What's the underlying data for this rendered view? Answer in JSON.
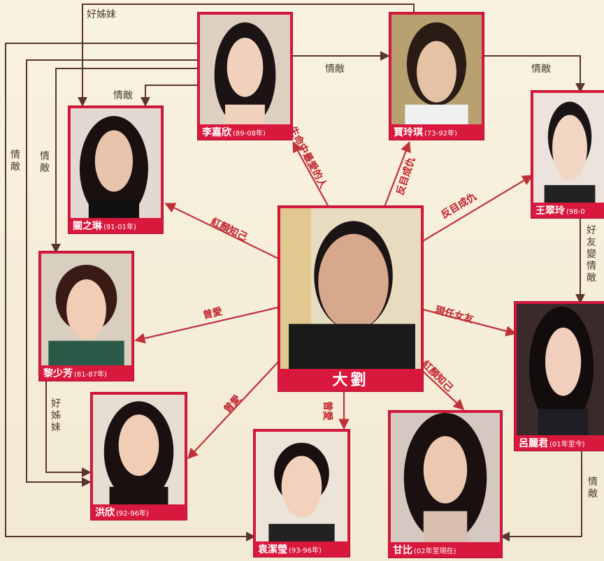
{
  "center": {
    "name": "大劉"
  },
  "people": {
    "li": {
      "name": "李嘉欣",
      "years": "(89-08年)"
    },
    "jia": {
      "name": "賈玲琪",
      "years": "(73-92年)"
    },
    "wang": {
      "name": "王翠玲",
      "years": "(98-0"
    },
    "guan": {
      "name": "關之琳",
      "years": "(91-01年)"
    },
    "li2": {
      "name": "黎少芳",
      "years": "(81-87年)"
    },
    "lv": {
      "name": "呂麗君",
      "years": "(01年至今)"
    },
    "hong": {
      "name": "洪欣",
      "years": "(92-96年)"
    },
    "yuan": {
      "name": "袁潔瑩",
      "years": "(93-96年)"
    },
    "gan": {
      "name": "甘比",
      "years": "(02年至現在)"
    }
  },
  "labels": {
    "li_center": "生命中最愛的人",
    "jia_center": "反目成仇",
    "wang_center": "反目成仇",
    "guan_center": "紅顏知己",
    "li2_center": "曾愛",
    "lv_center": "現任女友",
    "hong_center": "曾愛",
    "yuan_center": "曾愛",
    "gan_center": "紅顏知己",
    "li_jia": "情敵",
    "jia_wang": "情敵",
    "li_guan": "情敵",
    "top_loop": "好姊妹",
    "left_outer": "情敵",
    "left_inner": "情敵",
    "li2_hong": "好姊妹",
    "wang_lv": "好友變情敵",
    "lv_gan": "情敵"
  },
  "colors": {
    "accent": "#d8183c",
    "line_red": "#c0303a",
    "line_dark": "#5a3530"
  }
}
